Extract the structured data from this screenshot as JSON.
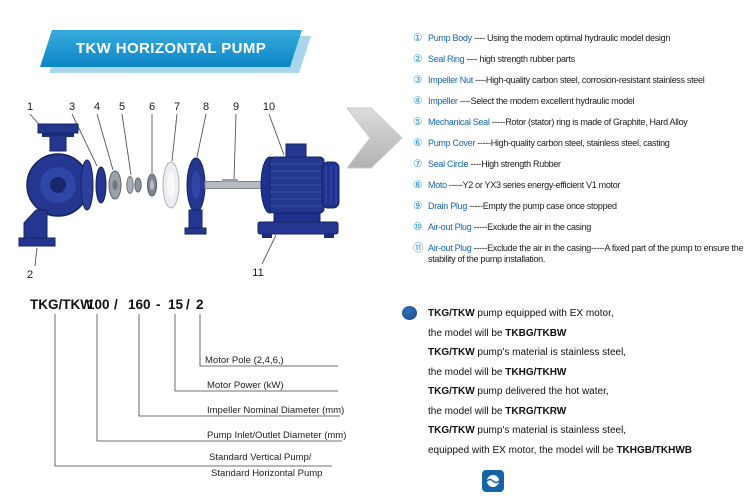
{
  "banner": {
    "title": "TKW HORIZONTAL PUMP"
  },
  "diagram": {
    "callouts": [
      "1",
      "3",
      "4",
      "5",
      "6",
      "7",
      "8",
      "9",
      "10",
      "2",
      "11"
    ]
  },
  "parts": {
    "items": [
      {
        "num": "①",
        "name": "Pump Body",
        "desc": " ---- Using the modern optimal hydraulic model design"
      },
      {
        "num": "②",
        "name": "Seal Ring",
        "desc": " ---- high strength rubber parts"
      },
      {
        "num": "③",
        "name": "Impeller Nut",
        "desc": " ----High-quality carbon steel, corrosion-resistant stainless steel"
      },
      {
        "num": "④",
        "name": "Impeller",
        "desc": " ----Select the modern excellent hydraulic model"
      },
      {
        "num": "⑤",
        "name": "Mechanical Seal",
        "desc": " -----Rotor (stator) ring is made of Graphite, Hard Alloy"
      },
      {
        "num": "⑥",
        "name": "Pump Cover",
        "desc": " -----High-quality carbon steel, stainless steel, casting"
      },
      {
        "num": "⑦",
        "name": "Seal Circle",
        "desc": " ----High strength Rubber"
      },
      {
        "num": "⑧",
        "name": "Moto",
        "desc": " -----Y2 or YX3 series energy-efficient V1 motor"
      },
      {
        "num": "⑨",
        "name": "Drain Plug",
        "desc": " -----Empty the pump case once stopped"
      },
      {
        "num": "⑩",
        "name": "Air-out Plug",
        "desc": " -----Exclude the air in the casing"
      },
      {
        "num": "⑪",
        "name": "Air-out Plug",
        "desc": " -----Exclude the air in the casing-----A fixed part of the pump to ensure the stability of the pump installation."
      }
    ]
  },
  "model": {
    "segments": [
      "TKG/TKW",
      "100",
      "/",
      "160",
      "-",
      "15",
      "/",
      "2"
    ],
    "labels": [
      "Motor Pole (2,4,6,)",
      "Motor Power  (kW)",
      "Impeller Nominal Diameter (mm)",
      "Pump Inlet/Outlet Diameter (mm)",
      "Standard Vertical Pump/",
      "Standard  Horizontal Pump"
    ]
  },
  "notes": [
    {
      "l1b": "TKG/TKW",
      "l1": " pump equipped with EX motor,",
      "l2": "the model will be ",
      "l2b": "TKBG/TKBW"
    },
    {
      "l1b": "TKG/TKW",
      "l1": " pump's material is stainless steel,",
      "l2": "the model will be ",
      "l2b": "TKHG/TKHW"
    },
    {
      "l1b": "TKG/TKW",
      "l1": " pump delivered the hot water,",
      "l2": "the model will be ",
      "l2b": "TKRG/TKRW"
    },
    {
      "l1b": "TKG/TKW",
      "l1": " pump's material is stainless steel,",
      "l2": "equipped with EX motor, the model will be ",
      "l2b": "TKHGB/TKHWB"
    }
  ],
  "icons": {
    "arrow-right-icon": "chevron-right",
    "note-bullet-dot": "filled-circle",
    "brand-badge-icon": "logo-mark"
  },
  "colors": {
    "banner_blue": "#1492cf",
    "banner_shadow_blue": "#a9d6ec",
    "part_name_blue": "#1565ad",
    "number_blue": "#2a93c8",
    "pump_navy": "#24368f",
    "note_dot_blue": "#1d5fa5",
    "arrow_gray": "#c4c4c4"
  }
}
